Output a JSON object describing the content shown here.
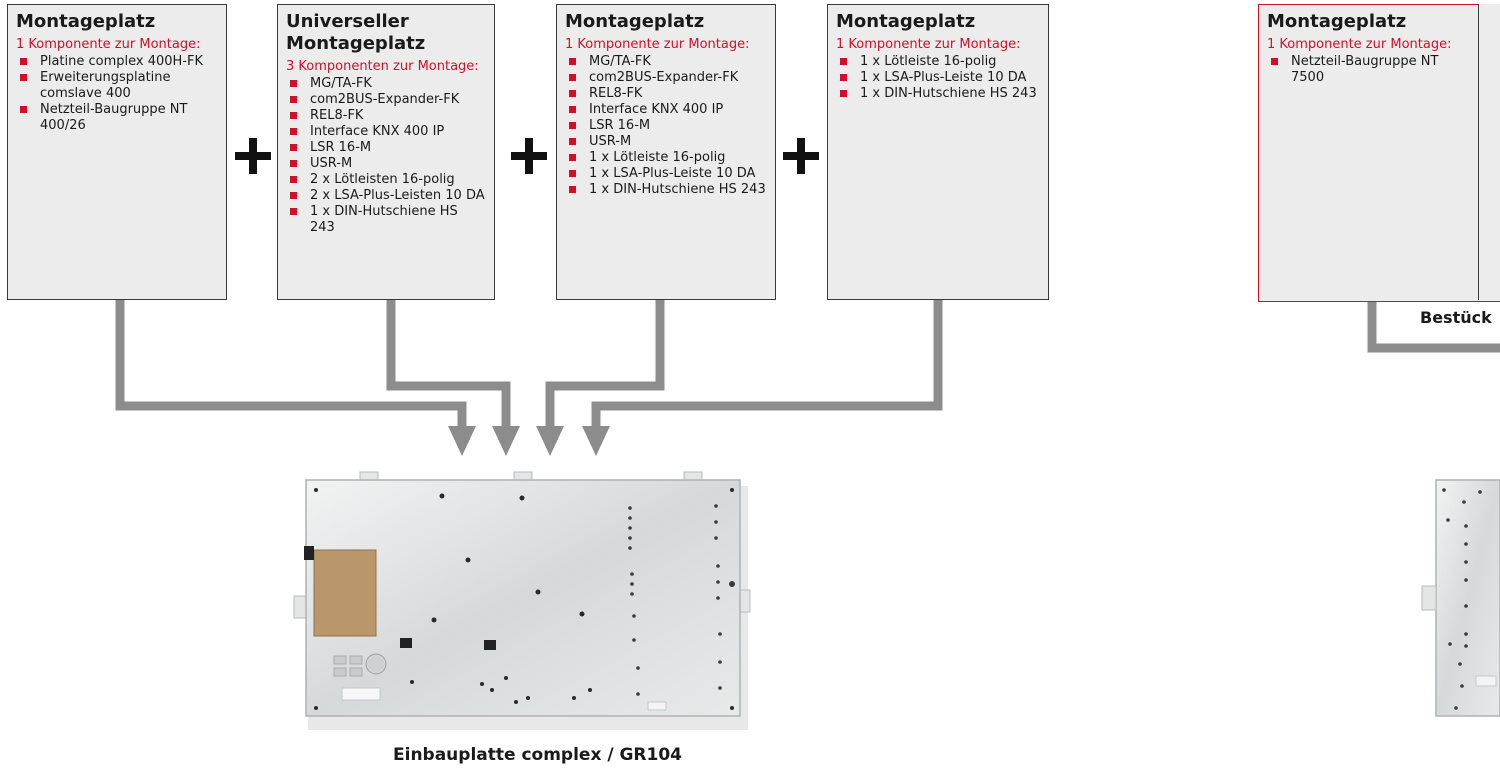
{
  "boxes": [
    {
      "title": "Montageplatz",
      "subtitle": "1 Komponente zur Montage:",
      "items": [
        "Platine complex 400H-FK",
        "Erweiterungsplatine comslave 400",
        "Netzteil-Baugruppe NT 400/26"
      ]
    },
    {
      "title": "Universeller Montageplatz",
      "subtitle": "3 Komponenten zur Montage:",
      "items": [
        "MG/TA-FK",
        "com2BUS-Expander-FK",
        "REL8-FK",
        "Interface KNX 400 IP",
        "LSR 16-M",
        "USR-M",
        "2 x Lötleisten 16-polig",
        "2 x LSA-Plus-Leisten 10 DA",
        "1 x DIN-Hutschiene HS 243"
      ]
    },
    {
      "title": "Montageplatz",
      "subtitle": "1 Komponente zur Montage:",
      "items": [
        "MG/TA-FK",
        "com2BUS-Expander-FK",
        "REL8-FK",
        "Interface KNX 400 IP",
        "LSR 16-M",
        "USR-M",
        "1 x Lötleiste 16-polig",
        "1 x LSA-Plus-Leiste 10 DA",
        "1 x DIN-Hutschiene HS 243"
      ]
    },
    {
      "title": "Montageplatz",
      "subtitle": "1 Komponente zur Montage:",
      "items": [
        "1 x Lötleiste 16-polig",
        "1 x LSA-Plus-Leiste 10 DA",
        "1 x DIN-Hutschiene HS 243"
      ]
    },
    {
      "title": "Montageplatz",
      "subtitle": "1 Komponente zur Montage:",
      "items": [
        "Netzteil-Baugruppe NT 7500"
      ]
    }
  ],
  "captions": {
    "main": "Einbauplatte complex / GR104",
    "partial": "Bestück"
  },
  "colors": {
    "accent_red": "#d0102a",
    "box_fill": "#ececec",
    "arrow_gray": "#8c8c8c"
  }
}
